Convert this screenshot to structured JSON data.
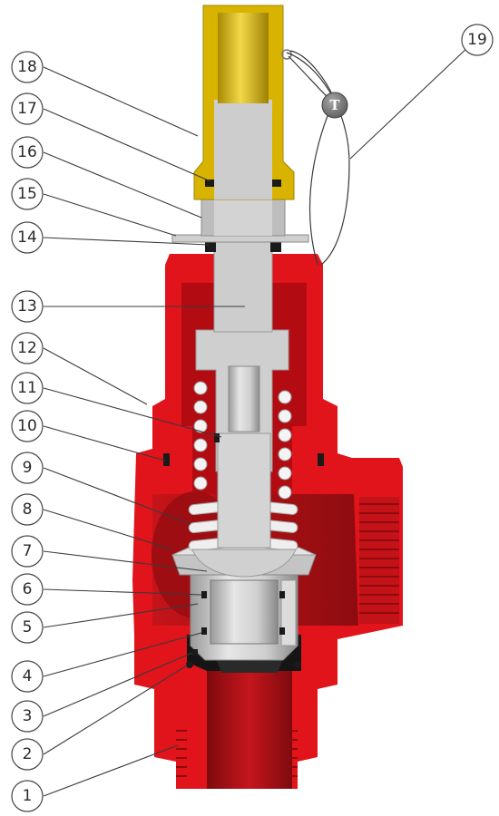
{
  "diagram": {
    "callouts": [
      {
        "label": "18",
        "target_part": "cap"
      },
      {
        "label": "17",
        "target_part": "cap-seal"
      },
      {
        "label": "16",
        "target_part": "lock-nut"
      },
      {
        "label": "15",
        "target_part": "washer"
      },
      {
        "label": "14",
        "target_part": "stem-seal"
      },
      {
        "label": "13",
        "target_part": "adjusting-stem"
      },
      {
        "label": "12",
        "target_part": "bonnet"
      },
      {
        "label": "11",
        "target_part": "spring-guide"
      },
      {
        "label": "10",
        "target_part": "body-seal"
      },
      {
        "label": "9",
        "target_part": "spring"
      },
      {
        "label": "8",
        "target_part": "body"
      },
      {
        "label": "7",
        "target_part": "spring-plate"
      },
      {
        "label": "6",
        "target_part": "disc-holder"
      },
      {
        "label": "5",
        "target_part": "guide-seal"
      },
      {
        "label": "4",
        "target_part": "disc"
      },
      {
        "label": "3",
        "target_part": "seat-seal"
      },
      {
        "label": "2",
        "target_part": "seat-o-ring"
      },
      {
        "label": "1",
        "target_part": "inlet-nozzle"
      },
      {
        "label": "19",
        "target_part": "seal-wire"
      }
    ],
    "seal_tag_label": "T",
    "colors": {
      "body": "#e0141a",
      "body_dark": "#b20c12",
      "steel": "#c9c9c9",
      "steel_dark": "#8d8d8d",
      "brass": "#d8b400",
      "seal": "#1a1a1a",
      "line": "#3a3a3a"
    }
  }
}
